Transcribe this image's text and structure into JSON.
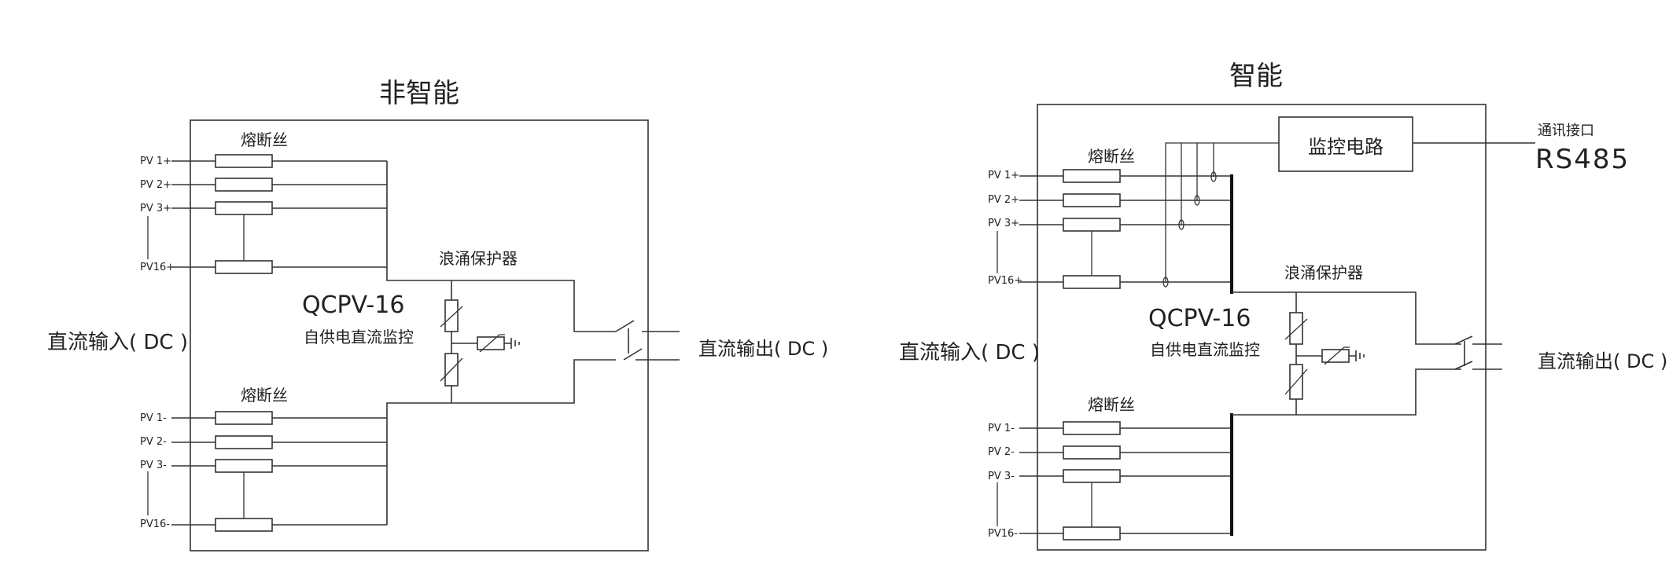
{
  "left": {
    "title": "非智能",
    "fuse_top_label": "熔断丝",
    "fuse_bottom_label": "熔断丝",
    "surge_label": "浪涌保护器",
    "model": "QCPV-16",
    "model_desc": "自供电直流监控",
    "input_label": "直流输入( DC )",
    "output_label": "直流输出( DC )",
    "pv_pos": [
      "PV 1+",
      "PV 2+",
      "PV 3+",
      "PV16+"
    ],
    "pv_neg": [
      "PV 1-",
      "PV 2-",
      "PV 3-",
      "PV16-"
    ]
  },
  "right": {
    "title": "智能",
    "monitor_label": "监控电路",
    "comm_label": "通讯接口",
    "comm_protocol": "RS485",
    "fuse_top_label": "熔断丝",
    "fuse_bottom_label": "熔断丝",
    "surge_label": "浪涌保护器",
    "model": "QCPV-16",
    "model_desc": "自供电直流监控",
    "input_label": "直流输入( DC )",
    "output_label": "直流输出( DC )",
    "pv_pos": [
      "PV 1+",
      "PV 2+",
      "PV 3+",
      "PV16+"
    ],
    "pv_neg": [
      "PV 1-",
      "PV 2-",
      "PV 3-",
      "PV16-"
    ]
  }
}
